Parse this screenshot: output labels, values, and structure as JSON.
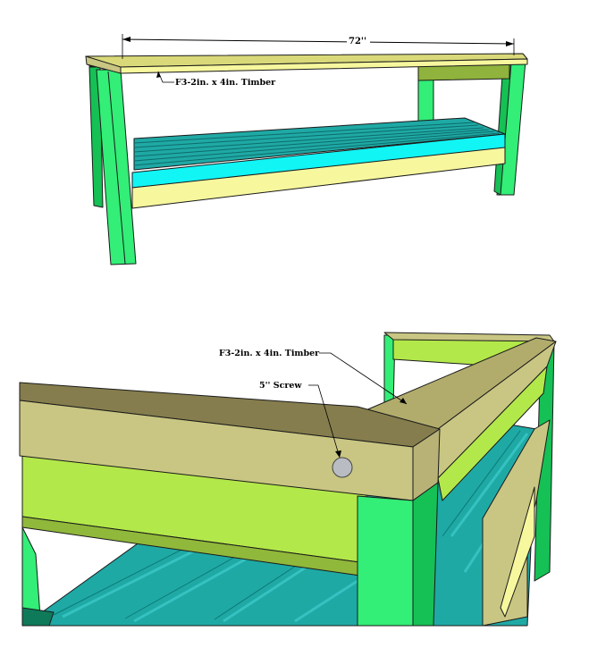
{
  "top_view": {
    "dimension_label": "72''",
    "callout_timber": "F3-2in. x 4in. Timber"
  },
  "detail_view": {
    "callout_timber": "F3-2in. x 4in. Timber",
    "callout_screw": "5'' Screw"
  },
  "colors": {
    "rail_yellow": "#f7f79e",
    "rail_yellow_shade": "#d9d97a",
    "leg_green": "#33ee77",
    "leg_green_dark": "#15c055",
    "slat_teal": "#1fa9a5",
    "slat_teal_light": "#35c2c0",
    "slat_cyan": "#11f5f5",
    "detail_rail_top": "#857d4d",
    "detail_rail_face": "#c9c683",
    "detail_apron": "#b3e84a",
    "detail_apron_under": "#90b83a",
    "screw": "#b9bdc3"
  }
}
